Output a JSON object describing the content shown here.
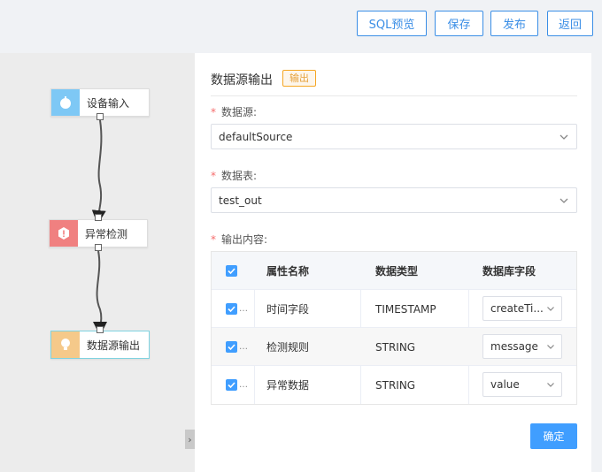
{
  "toolbar": {
    "sql_preview": "SQL预览",
    "save": "保存",
    "publish": "发布",
    "back": "返回"
  },
  "flow": {
    "nodes": [
      {
        "label": "设备输入",
        "icon": "device-input-icon",
        "color": "#7ec8f5"
      },
      {
        "label": "异常检测",
        "icon": "anomaly-detect-icon",
        "color": "#f08080"
      },
      {
        "label": "数据源输出",
        "icon": "datasource-output-icon",
        "color": "#f5c98a"
      }
    ]
  },
  "panel": {
    "title": "数据源输出",
    "tag": "输出",
    "datasource_label": "数据源:",
    "datasource_value": "defaultSource",
    "table_label": "数据表:",
    "table_value": "test_out",
    "output_label": "输出内容:",
    "confirm": "确定"
  },
  "output_table": {
    "headers": [
      "属性名称",
      "数据类型",
      "数据库字段"
    ],
    "rows": [
      {
        "name": "时间字段",
        "type": "TIMESTAMP",
        "field": "createTi...",
        "checked": true
      },
      {
        "name": "检测规则",
        "type": "STRING",
        "field": "message",
        "checked": true
      },
      {
        "name": "异常数据",
        "type": "STRING",
        "field": "value",
        "checked": true
      }
    ]
  },
  "colors": {
    "primary": "#409eff",
    "required": "#f56c6c",
    "tag": "#e6a23c"
  }
}
